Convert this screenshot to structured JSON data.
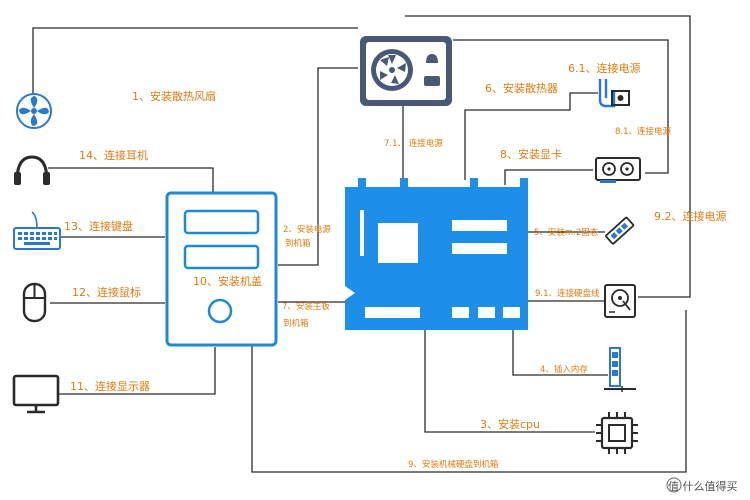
{
  "labels": {
    "l1": "1、安装散热风扇",
    "l14": "14、连接耳机",
    "l13": "13、连接键盘",
    "l12": "12、连接鼠标",
    "l11": "11、连接显示器",
    "l10": "10、安装机盖",
    "l2a": "2、安装电源",
    "l2b": "到机箱",
    "l7a": "7、安装主板",
    "l7b": "到机箱",
    "l71": "7.1、 连接电源",
    "l6": "6、安装散热器",
    "l61": "6.1、连接电源",
    "l81": "8.1、连接电源",
    "l8": "8、安装显卡",
    "l92": "9.2、连接电源",
    "l5": "5、安装m.2固态",
    "l91": "9.1、连接硬盘线",
    "l4": "4、插入内存",
    "l3": "3、安装cpu",
    "l9": "9、安装机械硬盘到机箱"
  },
  "watermark": "值 什么值得买",
  "colors": {
    "blue": "#1e8fe8",
    "case_stroke": "#1e8ad6",
    "psu": "#4a5878",
    "label": "#e07b10",
    "wire": "#2b2b2b",
    "icon_dark": "#2b2b2b",
    "icon_blue": "#2a78d2"
  }
}
